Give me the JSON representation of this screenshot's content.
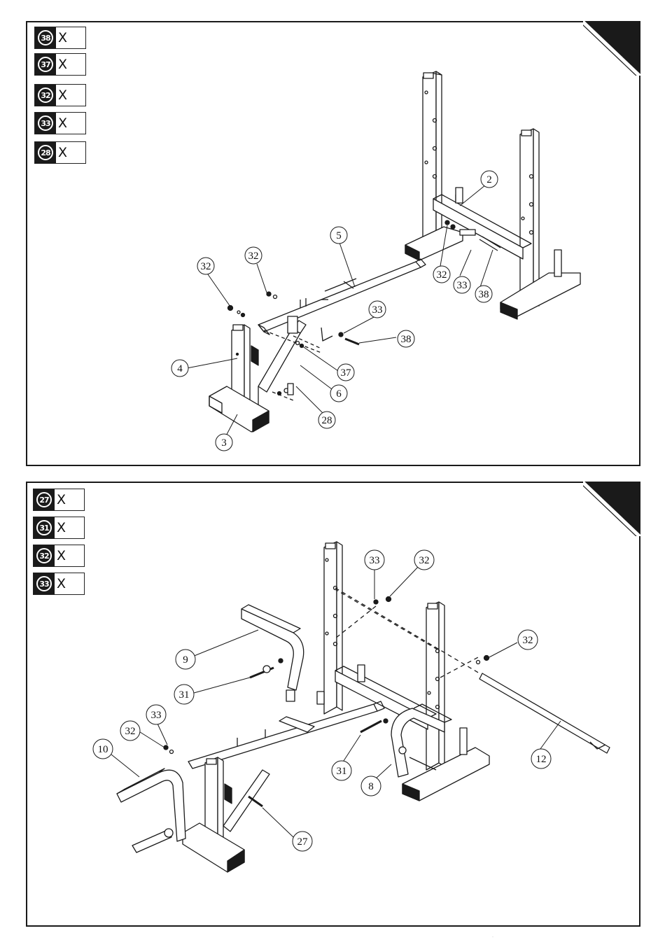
{
  "panels": [
    {
      "parts": [
        {
          "num": "38",
          "qty": "X"
        },
        {
          "num": "37",
          "qty": "X"
        },
        {
          "num": "32",
          "qty": "X"
        },
        {
          "num": "33",
          "qty": "X"
        },
        {
          "num": "28",
          "qty": "X"
        }
      ],
      "callouts": [
        "2",
        "5",
        "32",
        "32",
        "32",
        "33",
        "38",
        "33",
        "38",
        "37",
        "6",
        "4",
        "28",
        "3"
      ]
    },
    {
      "parts": [
        {
          "num": "27",
          "qty": "X"
        },
        {
          "num": "31",
          "qty": "X"
        },
        {
          "num": "32",
          "qty": "X"
        },
        {
          "num": "33",
          "qty": "X"
        }
      ],
      "callouts": [
        "33",
        "32",
        "32",
        "9",
        "31",
        "33",
        "32",
        "10",
        "31",
        "8",
        "12",
        "27"
      ]
    }
  ],
  "footer_mark": "·",
  "colors": {
    "ink": "#1a1a1a",
    "paper": "#ffffff"
  }
}
